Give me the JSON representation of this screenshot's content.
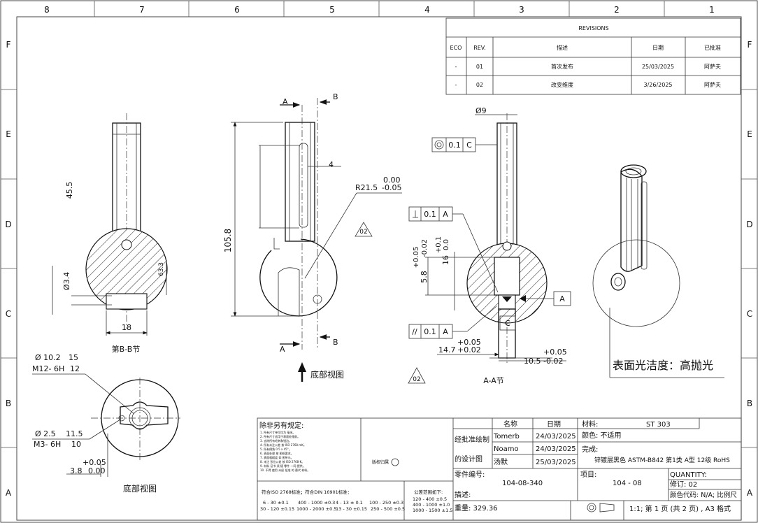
{
  "zones": {
    "top": [
      "8",
      "7",
      "6",
      "5",
      "4",
      "3",
      "2",
      "1"
    ],
    "side": [
      "F",
      "E",
      "D",
      "C",
      "B",
      "A"
    ]
  },
  "revisions": {
    "title": "REVISIONS",
    "headers": [
      "ECO",
      "REV.",
      "描述",
      "日期",
      "已批准"
    ],
    "rows": [
      [
        "-",
        "01",
        "首次发布",
        "25/03/2025",
        "阿萨夫"
      ],
      [
        "-",
        "02",
        "改变维度",
        "3/26/2025",
        "阿萨夫"
      ]
    ]
  },
  "views": {
    "section_bb": {
      "label": "第B-B节",
      "dim_height": "45.5",
      "dim_dia": "Ø3.4",
      "dim_side": "63.3",
      "dim_width": "18"
    },
    "front": {
      "cut_a": "A",
      "cut_b": "B",
      "dim_height": "105.8",
      "dim_small": "4",
      "radius": "R21.5",
      "radius_tol_upper": "0.00",
      "radius_tol_lower": "-0.05",
      "finish": "02",
      "arrow_label": "底部视图"
    },
    "section_aa": {
      "label": "A-A节",
      "dia": "Ø9",
      "fcf_concentric": "0.1",
      "fcf_concentric_ref": "C",
      "fcf_perp": "0.1",
      "fcf_perp_ref": "A",
      "fcf_par": "0.1",
      "fcf_par_ref": "A",
      "datum_a": "A",
      "datum_c": "C",
      "dim_5_8": "5.8",
      "tol_5_8_upper": "+0.05",
      "tol_5_8_lower": "-0.02",
      "dim_16": "16",
      "tol_16_upper": "+0.1",
      "tol_16_lower": "0.0",
      "dim_14_7": "14.7",
      "tol_14_7_upper": "+0.05",
      "tol_14_7_lower": "+0.02",
      "dim_10_5": "10.5",
      "tol_10_5_upper": "+0.05",
      "tol_10_5_lower": "-0.02",
      "finish": "02"
    },
    "bottom": {
      "label": "底部视图",
      "note1_dia": "Ø 10.2",
      "note1_depth": "15",
      "note1_thread": "M12- 6H",
      "note1_thread_depth": "12",
      "note2_dia": "Ø 2.5",
      "note2_depth": "11.5",
      "note2_thread": "M3- 6H",
      "note2_thread_depth": "10",
      "dim_3_8": "3.8",
      "tol_3_8_upper": "+0.05",
      "tol_3_8_lower": "0.00"
    },
    "iso": {
      "note": "表面光洁度：高抛光"
    }
  },
  "title_block": {
    "general_note_title": "除非另有规定:",
    "general_notes": [
      "1. 所有尺寸单位均为 毫米。",
      "2. 所有尺寸适用于表面处理前。",
      "3. 去除所有毛刺和锐边。",
      "4. 所有未注公差 按 ISO 2768-mK。",
      "5. 所有倒角 0.5 x 45°。",
      "6. 表面处理 按 图纸要求。",
      "7. 表面粗糙度 如 图所示。",
      "8. 未注 形位公差 按 ISO 2768-K。",
      "9. 材料 证书 须 随 零件 一同 提供。",
      "10. 不得 使用 未经 批准 的 替代 材料。"
    ],
    "tolerance_title": "符合ISO 2768标准；符合DIN 16901标准：",
    "tolerance_rows": [
      [
        "6 - 30 ±0.1",
        "400 - 1000 ±0.3",
        "4 - 13 ± 0.1",
        "100 - 250 ±0.3"
      ],
      [
        "30 - 120 ±0.15",
        "1000 - 2000 ±0.5",
        "13 - 30 ±0.15",
        "250 - 500 ±0.5"
      ]
    ],
    "tolerance2_title": "公差范围如下:",
    "tolerance2_rows": [
      "120 - 400 ±0.5",
      "400 - 1000 ±1.0",
      "1000 - 1500 ±1.5"
    ],
    "copyright": "版权归属",
    "header_name": "名称",
    "header_date": "日期",
    "drawn_label": "经批准绘制",
    "designer_label": "的设计图",
    "signers": [
      {
        "name": "Tomerb",
        "date": "24/03/2025"
      },
      {
        "name": "Noamo",
        "date": "24/03/2025"
      },
      {
        "name": "汤默",
        "date": "25/03/2025"
      }
    ],
    "material_label": "材料:",
    "material_value": "ST 303",
    "color_label": "颜色: 不适用",
    "finish_label": "完成:",
    "finish_value": "锌镀层黑色 ASTM-B842 第1类 A型 12级 RoHS",
    "part_no_label": "零件编号:",
    "part_no_value": "104-08-340",
    "item_label": "项目:",
    "item_value": "104 - 08",
    "quantity_label": "QUANTITY:",
    "revision_label": "修订: 02",
    "description_label": "描述:",
    "color_code_label": "颜色代码: N/A; 比例尺",
    "weight_label": "重量: 329.36",
    "sheet_label": "1:1; 第 1 页 (共 2 页) , A3 格式"
  }
}
